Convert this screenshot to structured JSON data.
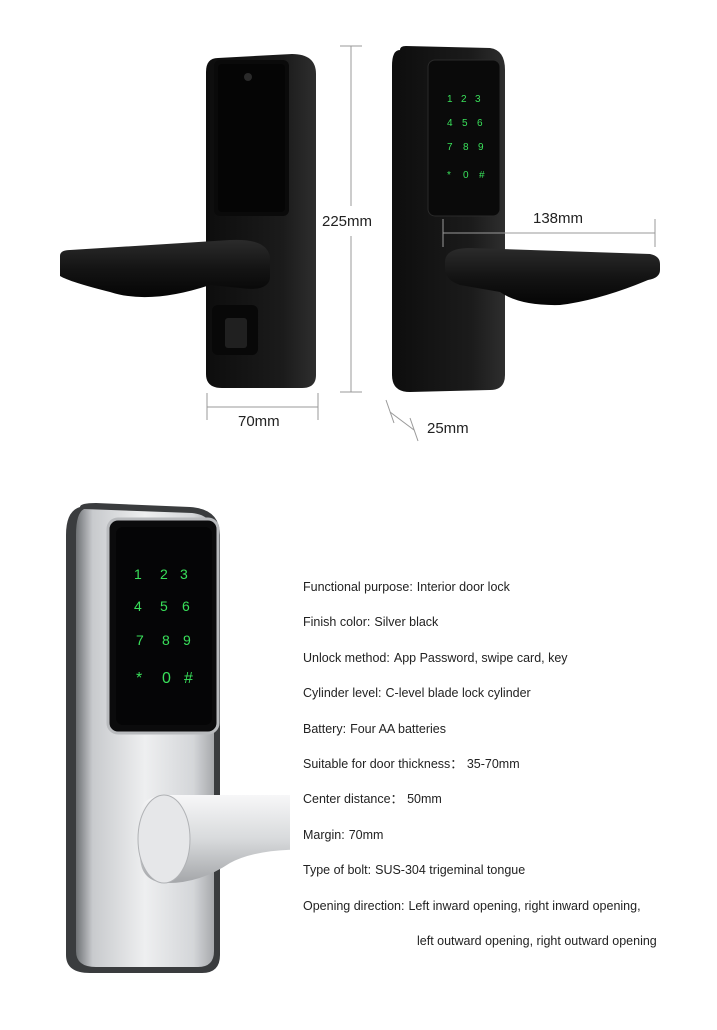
{
  "dimensions": {
    "height": "225mm",
    "handle_length": "138mm",
    "width": "70mm",
    "thickness": "25mm"
  },
  "keypad": {
    "keys": [
      "1",
      "2",
      "3",
      "4",
      "5",
      "6",
      "7",
      "8",
      "9",
      "*",
      "0",
      "#"
    ]
  },
  "specs": [
    {
      "label": "Functional purpose:",
      "value": "Interior door lock"
    },
    {
      "label": "Finish color:",
      "value": "Silver  black"
    },
    {
      "label": "Unlock method:",
      "value": "App Password, swipe card, key"
    },
    {
      "label": "Cylinder level:",
      "value": "C-level blade lock cylinder"
    },
    {
      "label": "Battery:",
      "value": "Four AA batteries"
    },
    {
      "label": "Suitable for door thickness：",
      "value": "35-70mm"
    },
    {
      "label": "Center distance：",
      "value": "50mm"
    },
    {
      "label": "Margin:",
      "value": "70mm"
    },
    {
      "label": "Type of bolt:",
      "value": "SUS-304 trigeminal tongue"
    },
    {
      "label": "Opening direction:",
      "value": "Left inward opening, right inward opening,"
    }
  ],
  "spec_continuation": "left outward opening, right outward opening",
  "colors": {
    "keypad_glow": "#39e05a",
    "lock_body": "#151515",
    "silver": "#d4d6d9"
  }
}
